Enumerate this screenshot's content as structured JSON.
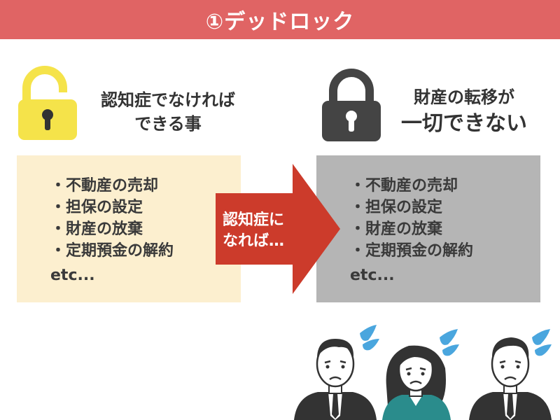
{
  "header": {
    "title": "①デッドロック"
  },
  "left": {
    "caption": [
      "認知症でなければ",
      "できる事"
    ],
    "items": [
      "・不動産の売却",
      "・担保の設定",
      "・財産の放棄",
      "・定期預金の解約"
    ],
    "etc": "etc..."
  },
  "right": {
    "caption_line1": "財産の転移が",
    "caption_line2": "一切できない",
    "items": [
      "・不動産の売却",
      "・担保の設定",
      "・財産の放棄",
      "・定期預金の解約"
    ],
    "etc": "etc..."
  },
  "arrow": {
    "text": [
      "認知症に",
      "なれば…"
    ]
  },
  "icons": {
    "left_lock": "unlocked-padlock-icon",
    "right_lock": "locked-padlock-icon",
    "people": "worried-people-icon",
    "sweat": "sweat-drop-icon"
  },
  "colors": {
    "header": "#e06464",
    "left_box": "#fcefcf",
    "right_box": "#b5b5b5",
    "arrow": "#cc3b2b",
    "open_lock": "#f5e34a",
    "closed_lock": "#444444",
    "sweat": "#4aa6de"
  }
}
